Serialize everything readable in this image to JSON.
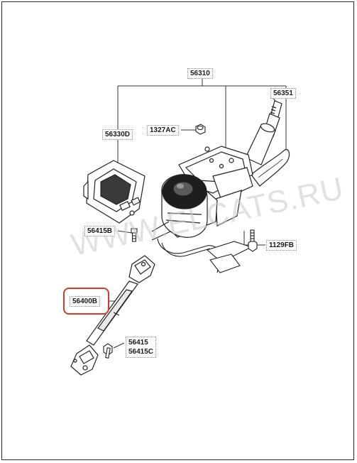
{
  "callouts": {
    "c56310": "56310",
    "c56351": "56351",
    "c1327ac": "1327AC",
    "c56330d": "56330D",
    "c56415b": "56415B",
    "c1129fb": "1129FB",
    "c56400b": "56400B",
    "c56415": "56415",
    "c56415c": "56415C"
  },
  "highlighted_part": "56400B",
  "highlight_color": "#d63a2b",
  "watermark": "WWW.ELCATS.RU"
}
